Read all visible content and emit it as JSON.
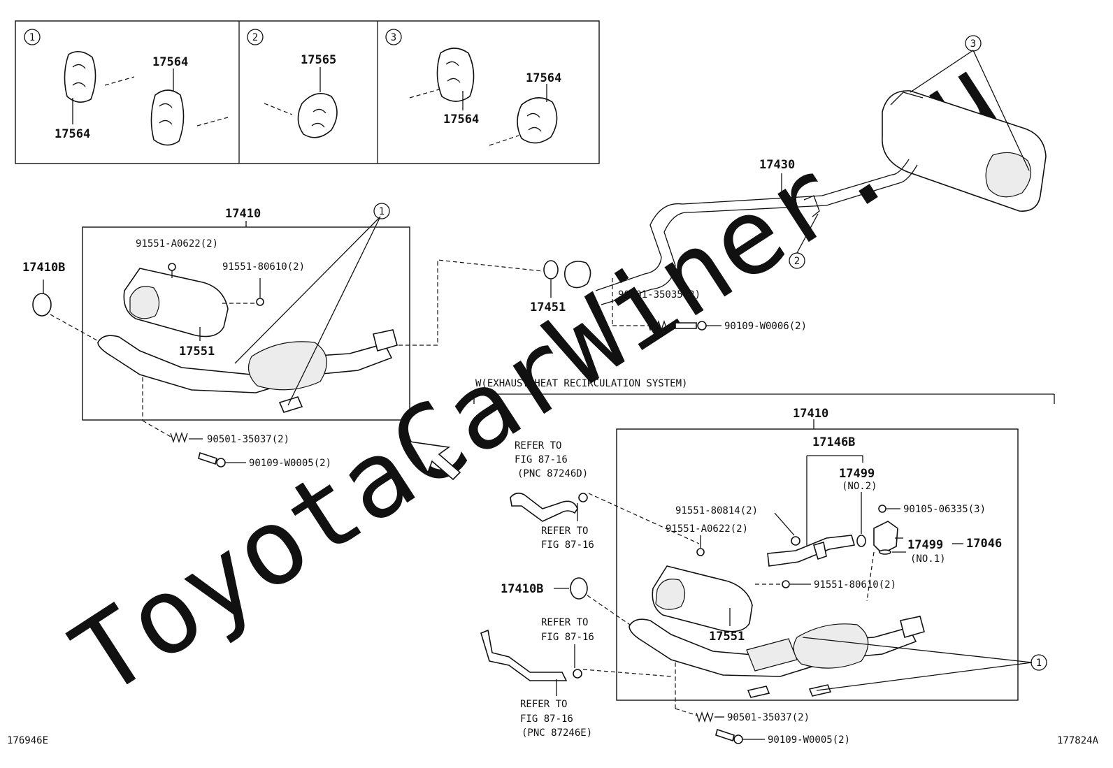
{
  "watermark": "ToyotaCarWiner.ru",
  "header_panels": [
    {
      "callout": "1",
      "labels": [
        "17564",
        "17564"
      ]
    },
    {
      "callout": "2",
      "labels": [
        "17565"
      ]
    },
    {
      "callout": "3",
      "labels": [
        "17564",
        "17564"
      ]
    }
  ],
  "upper": {
    "main_assembly": "17410",
    "gasket_left": "17410B",
    "heat_insulator": "17551",
    "bolt_top": "91551-A0622(2)",
    "bolt_side": "91551-80610(2)",
    "spring": "90501-35037(2)",
    "bolt_bottom": "90109-W0005(2)",
    "hanger_callout": "1"
  },
  "exhaust": {
    "muffler_pipe": "17430",
    "gasket": "17451",
    "spring": "90501-35035(2)",
    "bolt": "90109-W0006(2)",
    "callout_2": "2",
    "callout_3": "3"
  },
  "lower": {
    "section_title": "W(EXHAUST HEAT RECIRCULATION SYSTEM)",
    "main_assembly": "17410",
    "pipe": "17146B",
    "gasket_no2": "17499",
    "gasket_no2_note": "(NO.2)",
    "bolt_a": "91551-80814(2)",
    "bolt_b": "91551-A0622(2)",
    "bolt_c": "90105-06335(3)",
    "valve": "17046",
    "gasket_no1": "17499",
    "gasket_no1_note": "(NO.1)",
    "bolt_side": "91551-80610(2)",
    "gasket_left": "17410B",
    "heat_insulator": "17551",
    "spring": "90501-35037(2)",
    "bolt_bottom": "90109-W0005(2)",
    "hanger_callout": "1",
    "ref1": [
      "REFER TO",
      "FIG 87-16",
      "(PNC 87246D)"
    ],
    "ref2": [
      "REFER TO",
      "FIG 87-16"
    ],
    "ref3": [
      "REFER TO",
      "FIG 87-16"
    ],
    "ref4": [
      "REFER TO",
      "FIG 87-16",
      "(PNC 87246E)"
    ]
  },
  "footer": {
    "left_code": "176946E",
    "right_code": "177824A"
  }
}
